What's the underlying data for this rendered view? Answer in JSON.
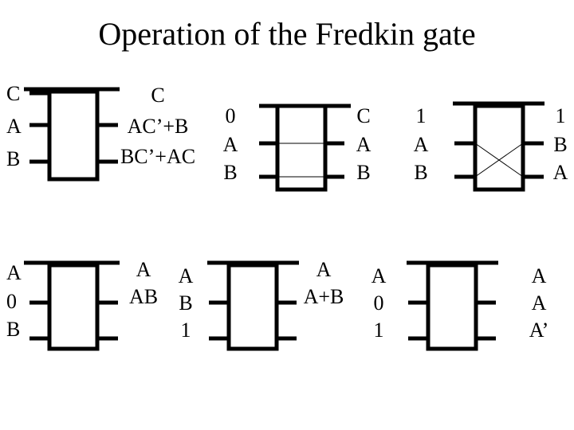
{
  "title": "Operation of the Fredkin gate",
  "gates": [
    {
      "inputs": [
        "C",
        "A",
        "B"
      ],
      "outputs": [
        "C",
        "AC’+B",
        "BC’+AC"
      ],
      "wiring": "none"
    },
    {
      "inputs": [
        "0",
        "A",
        "B"
      ],
      "outputs": [
        "C",
        "A",
        "B"
      ],
      "wiring": "straight"
    },
    {
      "inputs": [
        "1",
        "A",
        "B"
      ],
      "outputs": [
        "1",
        "B",
        "A"
      ],
      "wiring": "cross"
    },
    {
      "inputs": [
        "A",
        "0",
        "B"
      ],
      "outputs": [
        "A",
        "AB",
        ""
      ],
      "wiring": "none"
    },
    {
      "inputs": [
        "A",
        "B",
        "1"
      ],
      "outputs": [
        "A",
        "A+B",
        ""
      ],
      "wiring": "none"
    },
    {
      "inputs": [
        "A",
        "0",
        "1"
      ],
      "outputs": [
        "A",
        "A",
        "A’"
      ],
      "wiring": "none"
    }
  ]
}
